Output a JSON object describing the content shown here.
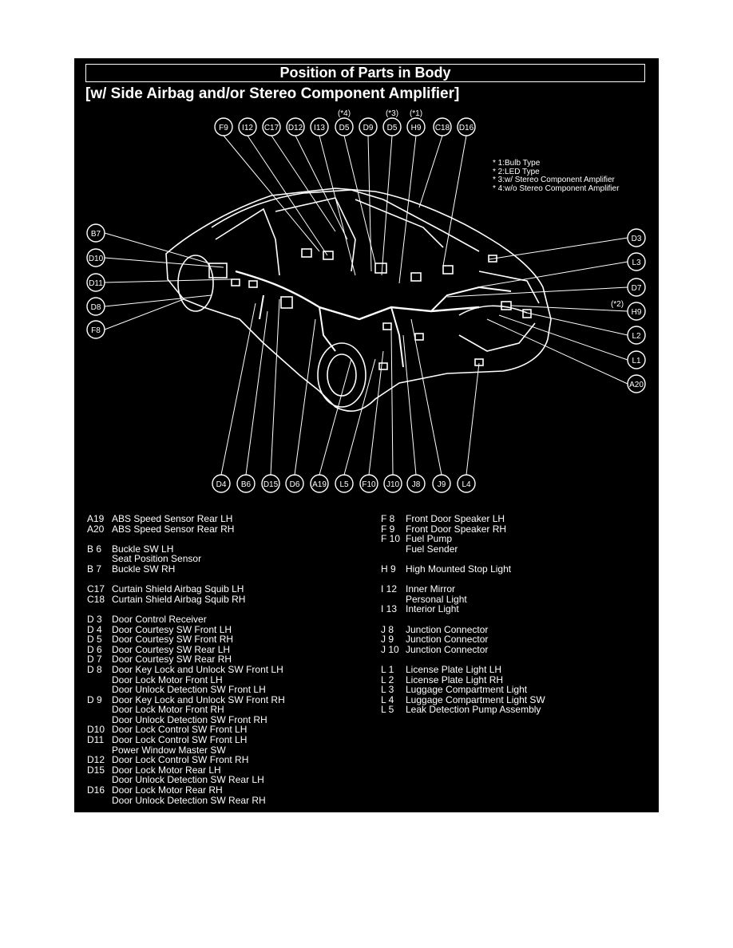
{
  "title": "Position of Parts in Body",
  "subtitle": "[w/ Side Airbag and/or Stereo Component Amplifier]",
  "notes": [
    "* 1:Bulb Type",
    "* 2:LED Type",
    "* 3:w/ Stereo Component Amplifier",
    "* 4:w/o Stereo Component Amplifier"
  ],
  "markers_top": [
    {
      "id": "F9",
      "note": ""
    },
    {
      "id": "I12",
      "note": ""
    },
    {
      "id": "C17",
      "note": ""
    },
    {
      "id": "D12",
      "note": ""
    },
    {
      "id": "I13",
      "note": ""
    },
    {
      "id": "D5",
      "note": "(*4)"
    },
    {
      "id": "D9",
      "note": ""
    },
    {
      "id": "D5",
      "note": "(*3)"
    },
    {
      "id": "H9",
      "note": "(*1)"
    },
    {
      "id": "C18",
      "note": ""
    },
    {
      "id": "D16",
      "note": ""
    }
  ],
  "markers_left": [
    {
      "id": "B7"
    },
    {
      "id": "D10"
    },
    {
      "id": "D11"
    },
    {
      "id": "D8"
    },
    {
      "id": "F8"
    }
  ],
  "markers_right": [
    {
      "id": "D3",
      "note": ""
    },
    {
      "id": "L3",
      "note": ""
    },
    {
      "id": "D7",
      "note": ""
    },
    {
      "id": "H9",
      "note": "(*2)"
    },
    {
      "id": "L2",
      "note": ""
    },
    {
      "id": "L1",
      "note": ""
    },
    {
      "id": "A20",
      "note": ""
    }
  ],
  "markers_bottom": [
    {
      "id": "D4"
    },
    {
      "id": "B6"
    },
    {
      "id": "D15"
    },
    {
      "id": "D6"
    },
    {
      "id": "A19"
    },
    {
      "id": "L5"
    },
    {
      "id": "F10"
    },
    {
      "id": "J10"
    },
    {
      "id": "J8"
    },
    {
      "id": "J9"
    },
    {
      "id": "L4"
    }
  ],
  "legend_left": [
    {
      "code": "A19",
      "label": "ABS Speed Sensor Rear LH"
    },
    {
      "code": "A20",
      "label": "ABS Speed Sensor Rear RH"
    },
    {
      "gap": true
    },
    {
      "code": "B  6",
      "label": "Buckle SW LH"
    },
    {
      "code": "",
      "label": "Seat Position Sensor"
    },
    {
      "code": "B  7",
      "label": "Buckle SW RH"
    },
    {
      "gap": true
    },
    {
      "code": "C17",
      "label": "Curtain Shield Airbag Squib LH"
    },
    {
      "code": "C18",
      "label": "Curtain Shield Airbag Squib RH"
    },
    {
      "gap": true
    },
    {
      "code": "D  3",
      "label": "Door Control Receiver"
    },
    {
      "code": "D  4",
      "label": "Door Courtesy SW Front LH"
    },
    {
      "code": "D  5",
      "label": "Door Courtesy SW Front RH"
    },
    {
      "code": "D  6",
      "label": "Door Courtesy SW Rear LH"
    },
    {
      "code": "D  7",
      "label": "Door Courtesy SW Rear RH"
    },
    {
      "code": "D  8",
      "label": "Door Key Lock and Unlock SW Front LH"
    },
    {
      "code": "",
      "label": "Door Lock Motor Front LH"
    },
    {
      "code": "",
      "label": "Door Unlock Detection SW Front LH"
    },
    {
      "code": "D  9",
      "label": "Door Key Lock and Unlock SW Front RH"
    },
    {
      "code": "",
      "label": "Door Lock Motor Front RH"
    },
    {
      "code": "",
      "label": "Door Unlock Detection SW Front RH"
    },
    {
      "code": "D10",
      "label": "Door Lock Control SW Front LH"
    },
    {
      "code": "D11",
      "label": "Door Lock Control SW Front LH"
    },
    {
      "code": "",
      "label": "Power Window Master SW"
    },
    {
      "code": "D12",
      "label": "Door Lock Control SW Front RH"
    },
    {
      "code": "D15",
      "label": "Door Lock Motor Rear LH"
    },
    {
      "code": "",
      "label": "Door Unlock Detection SW Rear LH"
    },
    {
      "code": "D16",
      "label": "Door Lock Motor Rear RH"
    },
    {
      "code": "",
      "label": "Door Unlock Detection SW Rear RH"
    }
  ],
  "legend_right": [
    {
      "code": "F  8",
      "label": "Front Door Speaker LH"
    },
    {
      "code": "F  9",
      "label": "Front Door Speaker RH"
    },
    {
      "code": "F 10",
      "label": "Fuel Pump"
    },
    {
      "code": "",
      "label": "Fuel Sender"
    },
    {
      "gap": true
    },
    {
      "code": "H  9",
      "label": "High Mounted Stop Light"
    },
    {
      "gap": true
    },
    {
      "code": "I  12",
      "label": "Inner Mirror"
    },
    {
      "code": "",
      "label": "Personal Light"
    },
    {
      "code": "I  13",
      "label": "Interior Light"
    },
    {
      "gap": true
    },
    {
      "code": "J  8",
      "label": "Junction Connector"
    },
    {
      "code": "J  9",
      "label": "Junction Connector"
    },
    {
      "code": "J 10",
      "label": "Junction Connector"
    },
    {
      "gap": true
    },
    {
      "code": "L  1",
      "label": "License Plate Light LH"
    },
    {
      "code": "L  2",
      "label": "License Plate Light RH"
    },
    {
      "code": "L  3",
      "label": "Luggage Compartment Light"
    },
    {
      "code": "L  4",
      "label": "Luggage Compartment Light SW"
    },
    {
      "code": "L  5",
      "label": "Leak Detection Pump Assembly"
    }
  ]
}
